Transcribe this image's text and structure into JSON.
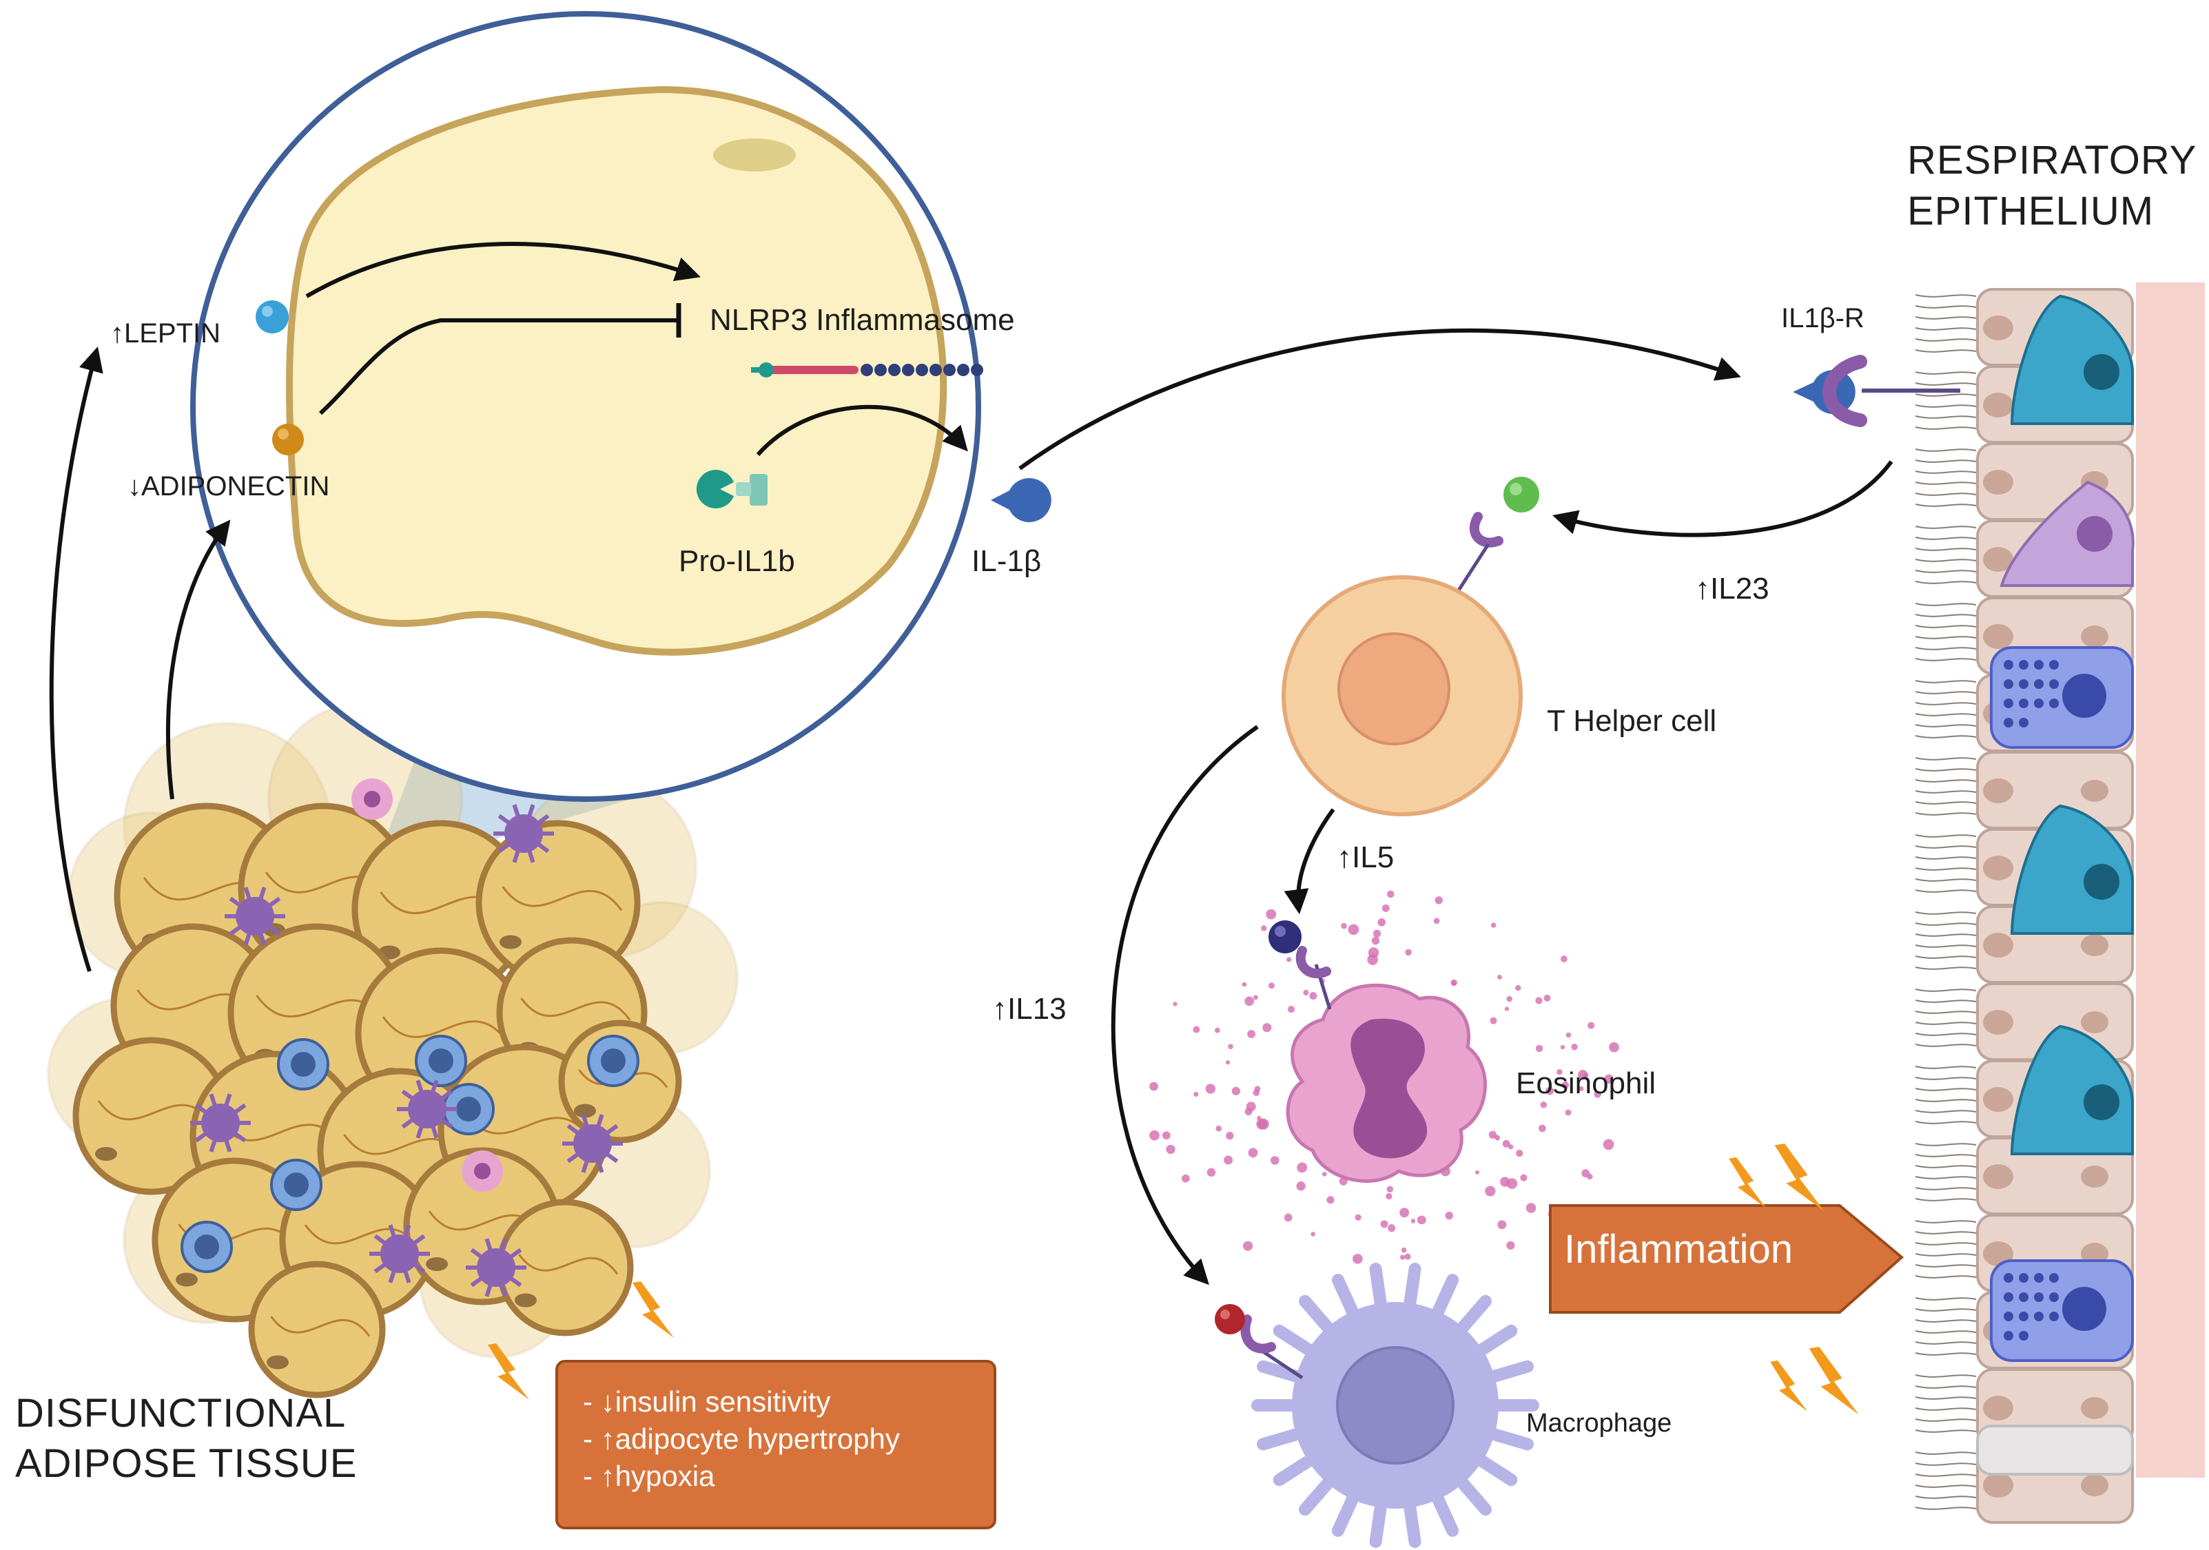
{
  "labels": {
    "leptin": "↑LEPTIN",
    "adiponectin": "↓ADIPONECTIN",
    "nlrp3": "NLRP3 Inflammasome",
    "pro_il1b": "Pro-IL1b",
    "il1b": "IL-1β",
    "il1b_r": "IL1β-R",
    "il23": "↑IL23",
    "t_helper": "T Helper cell",
    "il5": "↑IL5",
    "il13": "↑IL13",
    "eosinophil": "Eosinophil",
    "macrophage": "Macrophage",
    "inflammation": "Inflammation",
    "adipose_line1": "DISFUNCTIONAL",
    "adipose_line2": "ADIPOSE TISSUE",
    "epithelium_line1": "RESPIRATORY",
    "epithelium_line2": "EPITHELIUM"
  },
  "effects": [
    "- ↓insulin sensitivity",
    "- ↑adipocyte hypertrophy",
    "- ↑hypoxia"
  ],
  "colors": {
    "adipocyte": "#e8c877",
    "adipocyte_stroke": "#a57a3c",
    "zoom_cell": "#fbf1c4",
    "circle_ring": "#3f5f98",
    "cone": "#9cc1dc",
    "orange": "#d7733a",
    "leptin": "#3aa0d8",
    "adiponectin": "#d08a1a",
    "il1b_blue": "#3b68b5",
    "receptor_purple": "#8a5ba8",
    "teal": "#1f9a8a",
    "nlrp3_red": "#cf4a6a",
    "nlrp3_navy": "#2f3f7a",
    "t_cell": "#f6cfa0",
    "t_cell_nucleus": "#eea97f",
    "eosinophil": "#e8a4cf",
    "eos_nucleus": "#9a4e95",
    "macrophage": "#b6b4e6",
    "mac_nucleus": "#8d8ac8",
    "epithelium_bg": "#f6d2cc",
    "columnar": "#e9d4cb",
    "basal_teal": "#3ba6c9",
    "goblet": "#8f9fe8",
    "brush": "#c4a4da",
    "bolt": "#f39a1e",
    "il23_green": "#5fbd4f",
    "il5_navy": "#2f2f7a",
    "il13_red": "#b0262b"
  }
}
